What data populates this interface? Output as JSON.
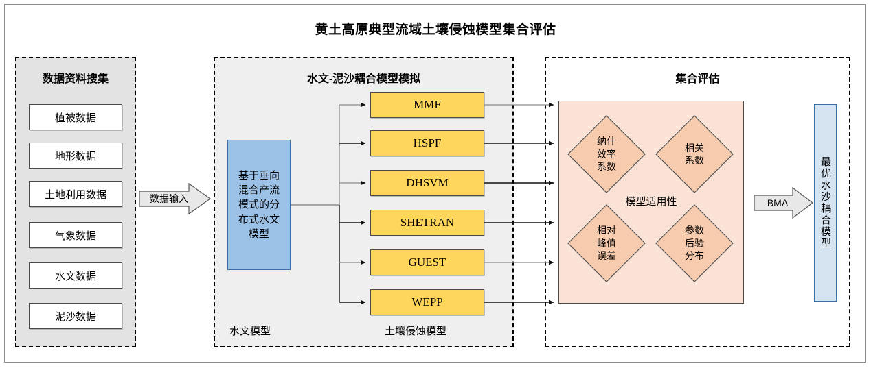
{
  "title": "黄土高原典型流域土壤侵蚀模型集合评估",
  "panels": {
    "data_collection": {
      "title": "数据资料搜集",
      "items": [
        {
          "label": "植被数据"
        },
        {
          "label": "地形数据"
        },
        {
          "label": "土地利用数据"
        },
        {
          "label": "气象数据"
        },
        {
          "label": "水文数据"
        },
        {
          "label": "泥沙数据"
        }
      ]
    },
    "model_simulation": {
      "title": "水文-泥沙耦合模型模拟",
      "hydro_box": "基于垂向混合产流模式的分布式水文模型",
      "hydro_sublabel": "水文模型",
      "erosion_sublabel": "土壤侵蚀模型",
      "models": [
        {
          "label": "MMF"
        },
        {
          "label": "HSPF"
        },
        {
          "label": "DHSVM"
        },
        {
          "label": "SHETRAN"
        },
        {
          "label": "GUEST"
        },
        {
          "label": "WEPP"
        }
      ]
    },
    "ensemble_evaluation": {
      "title": "集合评估",
      "center_label": "模型适用性",
      "criteria": [
        {
          "label": "纳什\n效率\n系数"
        },
        {
          "label": "相关\n系数"
        },
        {
          "label": "相对\n峰值\n误差"
        },
        {
          "label": "参数\n后验\n分布"
        }
      ]
    }
  },
  "arrows": {
    "data_input_label": "数据输入",
    "bma_label": "BMA"
  },
  "final_output": {
    "label": "最优水沙耦合模型"
  },
  "colors": {
    "model_yellow": "#FFD65C",
    "hydro_blue": "#9CC1E6",
    "final_blue": "#D6E4F2",
    "eval_peach": "#FAE3D6",
    "diamond_peach": "#F6CBAE",
    "data_panel_gray": "#E3E3E3",
    "model_panel_gray": "#EFEFEF"
  }
}
